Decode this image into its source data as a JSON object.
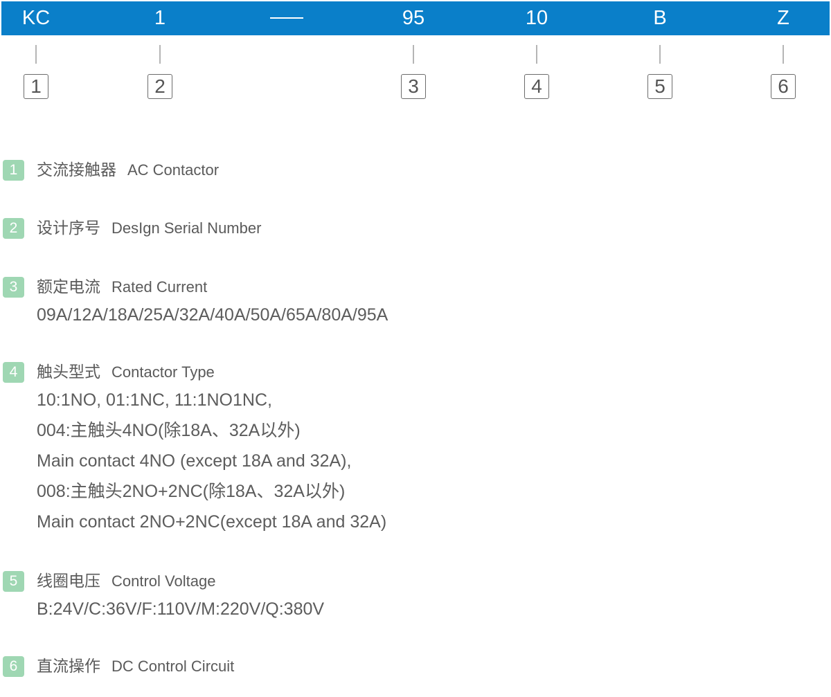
{
  "code": {
    "segments": [
      "KC",
      "1",
      "95",
      "10",
      "B",
      "Z"
    ],
    "numbers": [
      "1",
      "2",
      "3",
      "4",
      "5",
      "6"
    ]
  },
  "items": [
    {
      "num": "1",
      "cn": "交流接触器",
      "en": "AC Contactor",
      "details": []
    },
    {
      "num": "2",
      "cn": "设计序号",
      "en": "DesIgn Serial Number",
      "details": []
    },
    {
      "num": "3",
      "cn": "额定电流",
      "en": "Rated Current",
      "details": [
        "09A/12A/18A/25A/32A/40A/50A/65A/80A/95A"
      ]
    },
    {
      "num": "4",
      "cn": "触头型式",
      "en": "Contactor Type",
      "details": [
        "10:1NO, 01:1NC, 11:1NO1NC,",
        "004:主触头4NO(除18A、32A以外)",
        "Main contact 4NO (except 18A and 32A),",
        "008:主触头2NO+2NC(除18A、32A以外)",
        "Main contact 2NO+2NC(except 18A and 32A)"
      ]
    },
    {
      "num": "5",
      "cn": "线圈电压",
      "en": "Control Voltage",
      "details": [
        "B:24V/C:36V/F:110V/M:220V/Q:380V"
      ]
    },
    {
      "num": "6",
      "cn": "直流操作",
      "en": "DC Control Circuit",
      "details": []
    }
  ],
  "colors": {
    "header_blue": "#0a7fc9",
    "badge_green": "#9fd7b3",
    "text_gray": "#595959"
  }
}
